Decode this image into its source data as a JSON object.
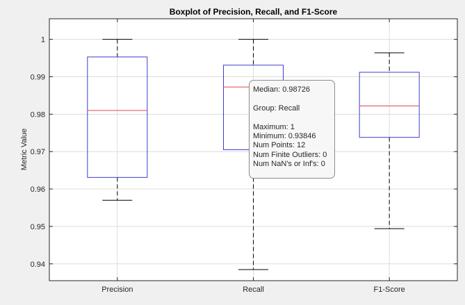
{
  "chart_data": {
    "type": "boxplot",
    "title": "Boxplot of Precision, Recall, and F1-Score",
    "xlabel": "",
    "ylabel": "Metric Value",
    "ylim": [
      0.9355,
      1.0055
    ],
    "yticks": [
      0.94,
      0.95,
      0.96,
      0.97,
      0.98,
      0.99,
      1
    ],
    "ytick_labels": [
      "0.94",
      "0.95",
      "0.96",
      "0.97",
      "0.98",
      "0.99",
      "1"
    ],
    "grid": true,
    "categories": [
      "Precision",
      "Recall",
      "F1-Score"
    ],
    "boxes": [
      {
        "name": "Precision",
        "whisker_low": 0.957,
        "q1": 0.9631,
        "median": 0.981,
        "q3": 0.9953,
        "whisker_high": 1.0
      },
      {
        "name": "Recall",
        "whisker_low": 0.93846,
        "q1": 0.9705,
        "median": 0.98726,
        "q3": 0.9931,
        "whisker_high": 1.0
      },
      {
        "name": "F1-Score",
        "whisker_low": 0.9494,
        "q1": 0.9738,
        "median": 0.9822,
        "q3": 0.9912,
        "whisker_high": 0.9964
      }
    ],
    "colors": {
      "box": "#3c3cd2",
      "median": "#e0474c",
      "whisker": "#000000",
      "grid": "#dcdcdc",
      "axes_bg": "#ffffff",
      "figure_bg": "#f0f0f0",
      "marker": "#000000"
    }
  },
  "datatip": {
    "median": "Median: 0.98726",
    "group": "Group: Recall",
    "maximum": "Maximum: 1",
    "minimum": "Minimum: 0.93846",
    "num_points": "Num Points: 12",
    "num_outliers": "Num Finite Outliers: 0",
    "num_nan": "Num NaN's or Inf's: 0"
  }
}
